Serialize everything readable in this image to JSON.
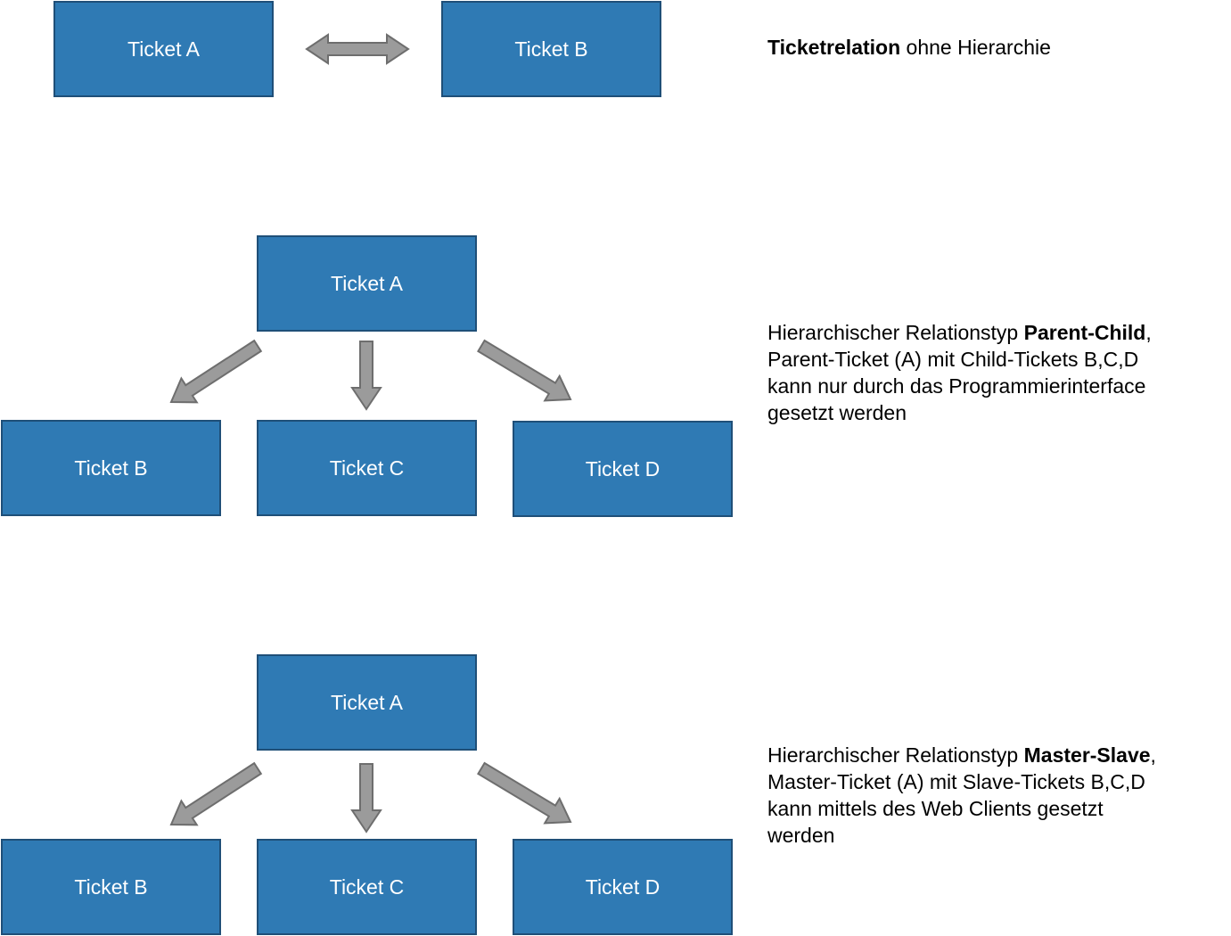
{
  "colors": {
    "box_fill": "#2f7ab4",
    "box_border": "#1f4f78",
    "box_text": "#ffffff",
    "arrow_fill": "#9b9b9b",
    "arrow_stroke": "#6e6e6e"
  },
  "sections": [
    {
      "boxes": [
        "Ticket A",
        "Ticket B"
      ],
      "relation": "bidirectional",
      "caption": {
        "bold": "Ticketrelation",
        "rest": " ohne Hierarchie"
      }
    },
    {
      "parent": "Ticket A",
      "children": [
        "Ticket B",
        "Ticket C",
        "Ticket D"
      ],
      "relation": "parent-to-children",
      "caption": {
        "pre": "Hierarchischer Relationstyp ",
        "bold": "Parent-Child",
        "post": ",",
        "lines": [
          "Parent-Ticket (A) mit Child-Tickets B,C,D",
          "kann nur durch das Programmierinterface",
          "gesetzt werden"
        ]
      }
    },
    {
      "parent": "Ticket A",
      "children": [
        "Ticket B",
        "Ticket C",
        "Ticket D"
      ],
      "relation": "parent-to-children",
      "caption": {
        "pre": "Hierarchischer Relationstyp ",
        "bold": "Master-Slave",
        "post": ",",
        "lines": [
          "Master-Ticket (A) mit Slave-Tickets B,C,D",
          "kann mittels des Web Clients gesetzt",
          "werden"
        ]
      }
    }
  ]
}
